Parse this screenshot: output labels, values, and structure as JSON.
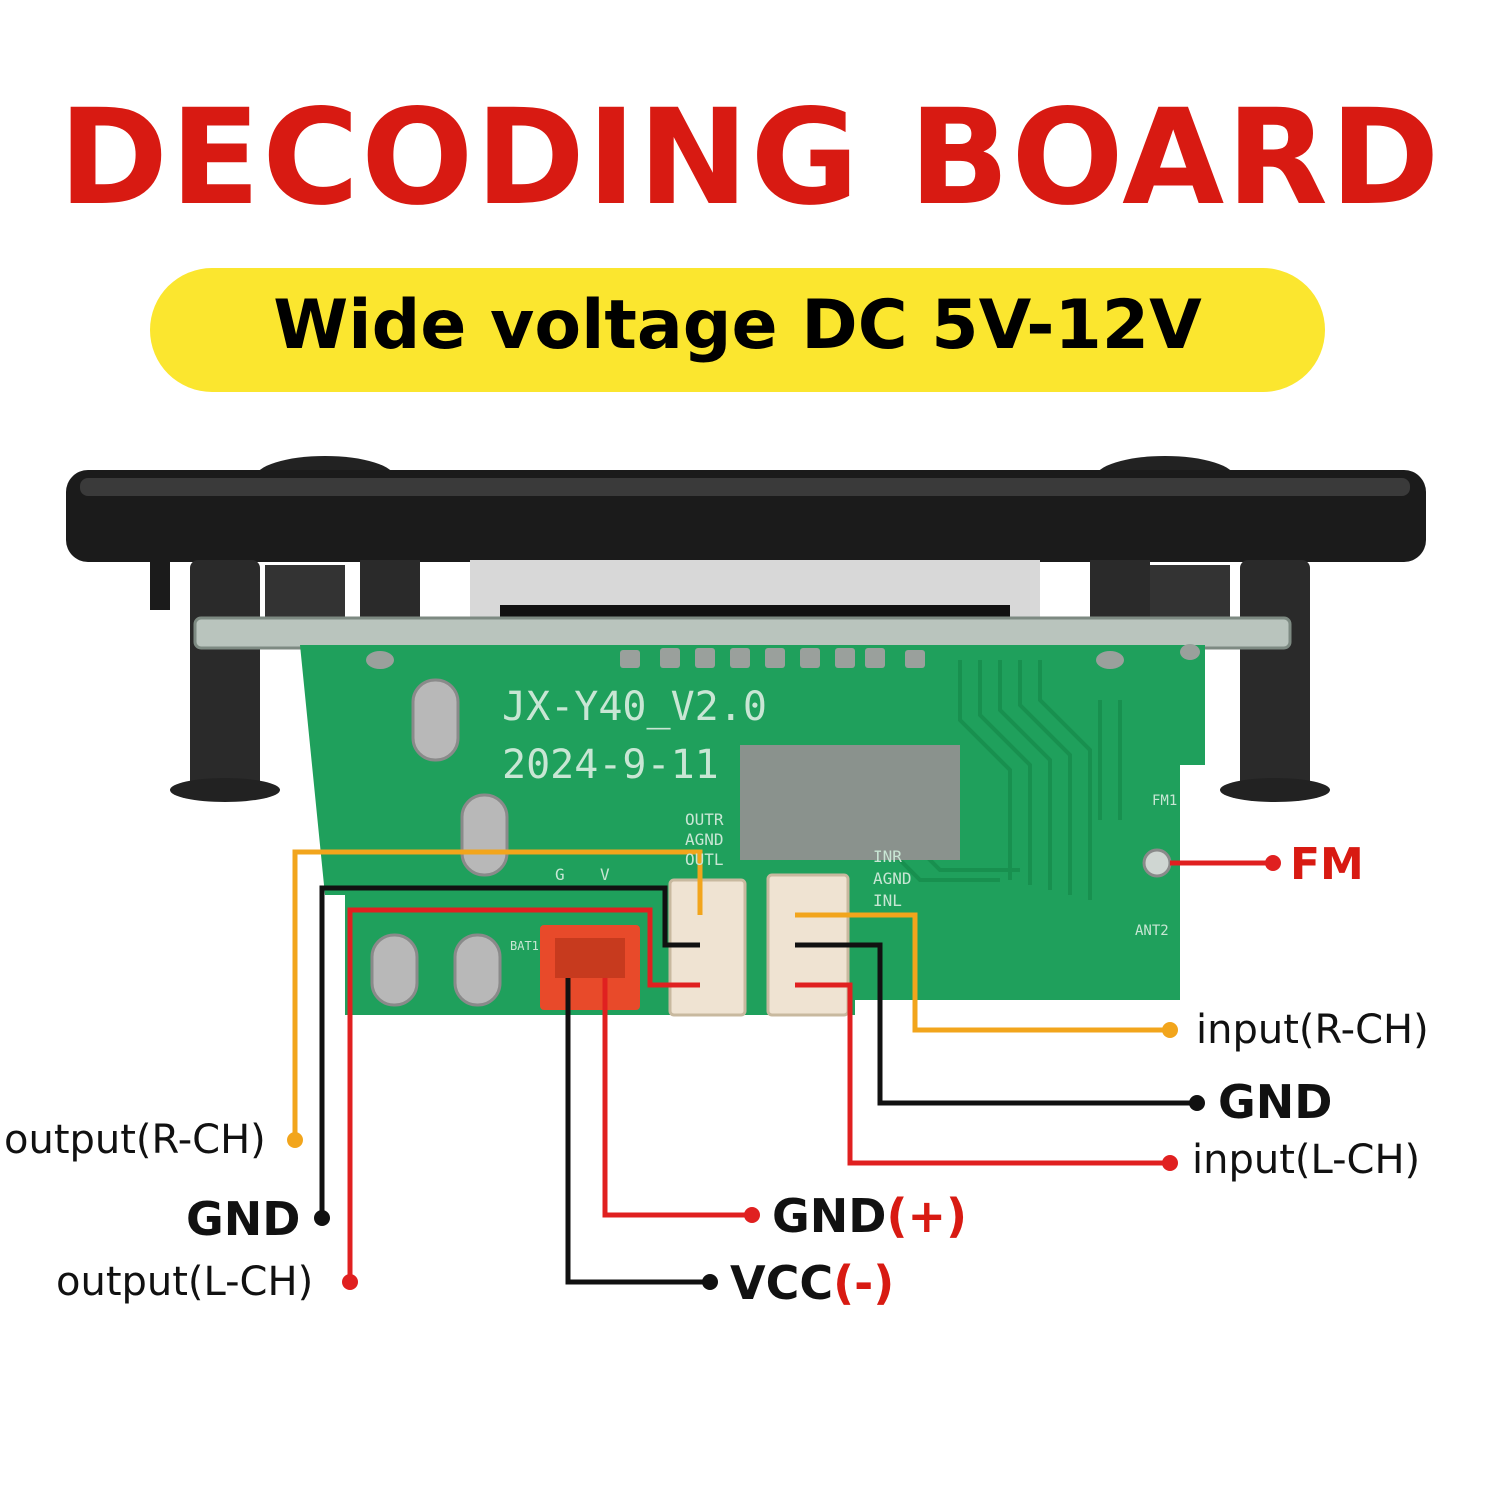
{
  "header": {
    "title": "DECODING BOARD",
    "subtitle": "Wide voltage DC 5V-12V"
  },
  "board": {
    "model": "JX-Y40_V2.0",
    "date": "2024-9-11",
    "silkscreen": {
      "left_header": [
        "OUTR",
        "AGND",
        "OUTL"
      ],
      "right_header": [
        "INR",
        "AGND",
        "INL"
      ],
      "fm_pad": "FM1",
      "ant": "ANT2",
      "bat": "BAT1",
      "gv": [
        "G",
        "V"
      ]
    }
  },
  "labels": {
    "fm": "FM",
    "input_r": "input(R-CH)",
    "gnd_right": "GND",
    "input_l": "input(L-CH)",
    "output_r": "output(R-CH)",
    "gnd_left": "GND",
    "output_l": "output(L-CH)",
    "gnd_power": "GND",
    "gnd_power_sign": "(+)",
    "vcc": "VCC",
    "vcc_sign": "(-)"
  },
  "colors": {
    "title": "#d81a12",
    "pill": "#fbe62f",
    "wire_orange": "#f2a51c",
    "wire_black": "#111111",
    "wire_red": "#e02020",
    "pcb": "#1fa05c",
    "frame": "#1b1b1b"
  }
}
